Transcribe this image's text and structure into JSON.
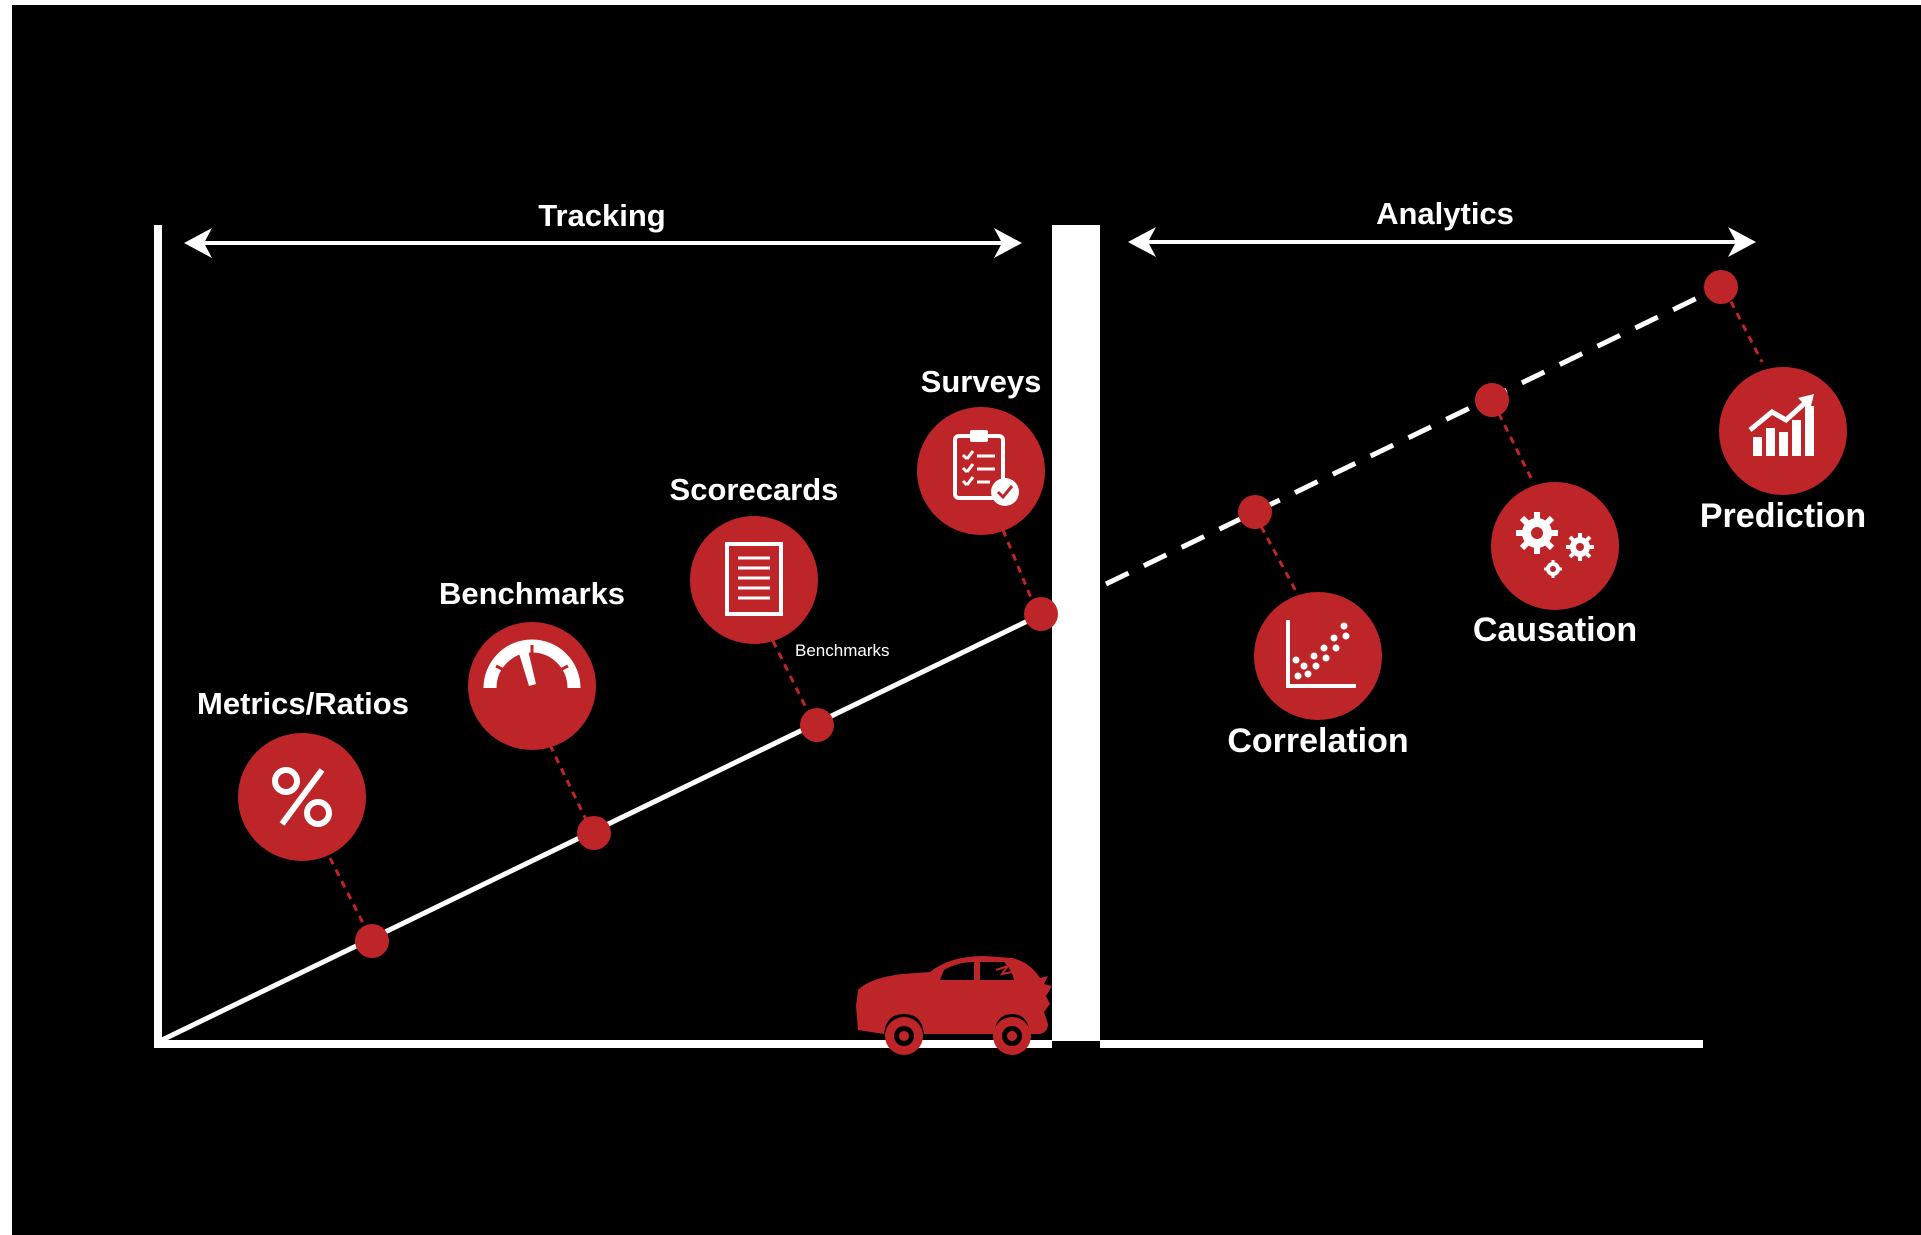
{
  "colors": {
    "background": "#000000",
    "accent": "#be2528",
    "line": "#ffffff"
  },
  "sections": {
    "tracking": "Tracking",
    "analytics": "Analytics"
  },
  "stages": [
    {
      "label": "Metrics/Ratios",
      "icon": "percent-icon"
    },
    {
      "label": "Benchmarks",
      "icon": "gauge-icon"
    },
    {
      "label": "Scorecards",
      "icon": "document-icon",
      "sub_label": "Benchmarks"
    },
    {
      "label": "Surveys",
      "icon": "clipboard-check-icon"
    },
    {
      "label": "Correlation",
      "icon": "scatter-plot-icon"
    },
    {
      "label": "Causation",
      "icon": "gears-icon"
    },
    {
      "label": "Prediction",
      "icon": "growth-chart-icon"
    }
  ],
  "decorations": {
    "vehicle": "crashed-car-icon"
  }
}
